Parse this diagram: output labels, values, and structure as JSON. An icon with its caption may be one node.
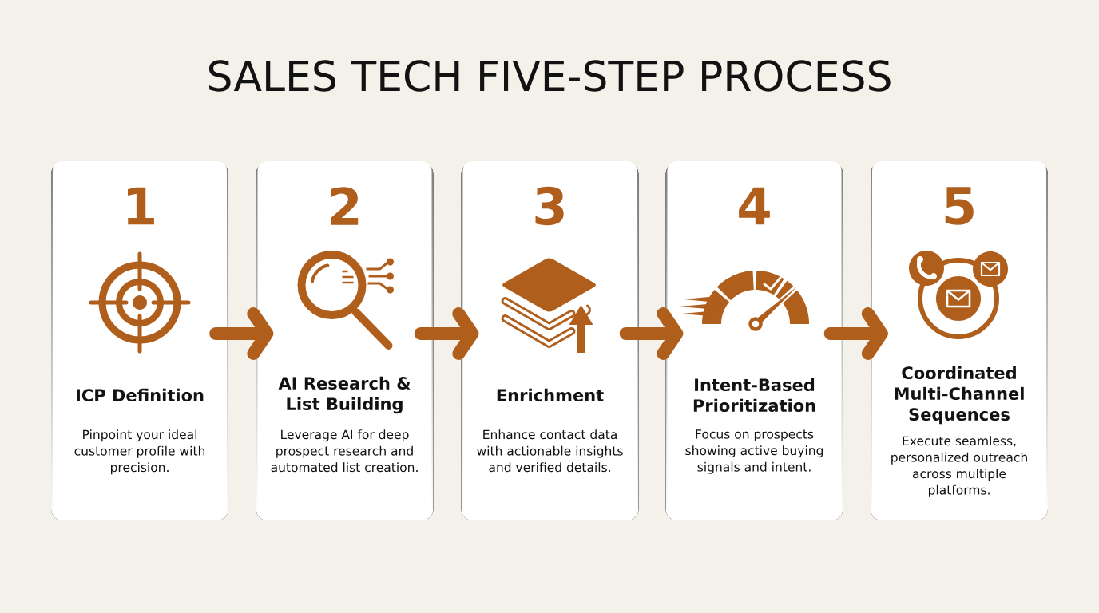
{
  "diagram": {
    "title": "SALES TECH FIVE-STEP PROCESS",
    "nodes": [
      {
        "text": [
          "1",
          "ICP Definition",
          "Pinpoint your ideal customer profile with precision."
        ]
      },
      {
        "text": [
          "2",
          "AI Research & List Building",
          "Leverage AI for deep prospect research and automated list creation."
        ]
      },
      {
        "text": [
          "3",
          "Enrichment",
          "Enhance contact data with actionable insights and verified details."
        ]
      },
      {
        "text": [
          "4",
          "Intent-Based Prioritization",
          "Focus on prospects showing active buying signals and intent."
        ]
      },
      {
        "text": [
          "5",
          "Coordinated Multi-Channel Sequences",
          "Execute seamless, personalized outreach across multiple platforms."
        ]
      }
    ],
    "edges": [
      {
        "from": 0,
        "to": 1,
        "arrow": "to"
      },
      {
        "from": 1,
        "to": 2,
        "arrow": "to"
      },
      {
        "from": 2,
        "to": 3,
        "arrow": "to"
      },
      {
        "from": 3,
        "to": 4,
        "arrow": "to"
      }
    ]
  }
}
